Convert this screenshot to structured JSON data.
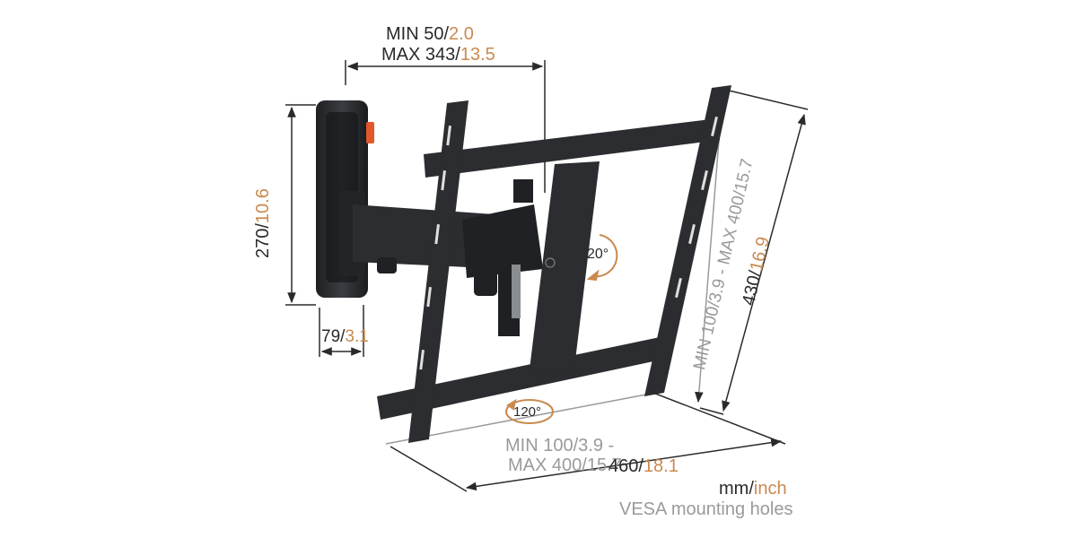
{
  "colors": {
    "metric": "#2a2a2a",
    "imperial": "#c98a4f",
    "vesa": "#9a9a9a",
    "mount": "#2b2d30",
    "accent": "#e2582a"
  },
  "dims": {
    "extension": {
      "min_label": "MIN 50/",
      "min_in": "2.0",
      "max_label": "MAX 343/",
      "max_in": "13.5"
    },
    "plate_height": {
      "mm": "270/",
      "in": "10.6"
    },
    "plate_depth": {
      "mm": "79/",
      "in": "3.1"
    },
    "width": {
      "mm": "460/",
      "in": "18.1"
    },
    "height": {
      "mm": "430/",
      "in": "16.9"
    },
    "vesa_horizontal": {
      "line1": "MIN 100/3.9 -",
      "line2": "MAX 400/15.7"
    },
    "vesa_vertical": {
      "text": "MIN 100/3.9 - MAX 400/15.7"
    },
    "tilt": "20°",
    "swivel": "120°"
  },
  "legend": {
    "mm": "mm/",
    "inch": "inch",
    "vesa": "VESA mounting holes"
  },
  "icons": {
    "tilt": "rotation-arrow-icon",
    "swivel": "swivel-arrow-icon",
    "logo": "brand-logo-icon"
  }
}
